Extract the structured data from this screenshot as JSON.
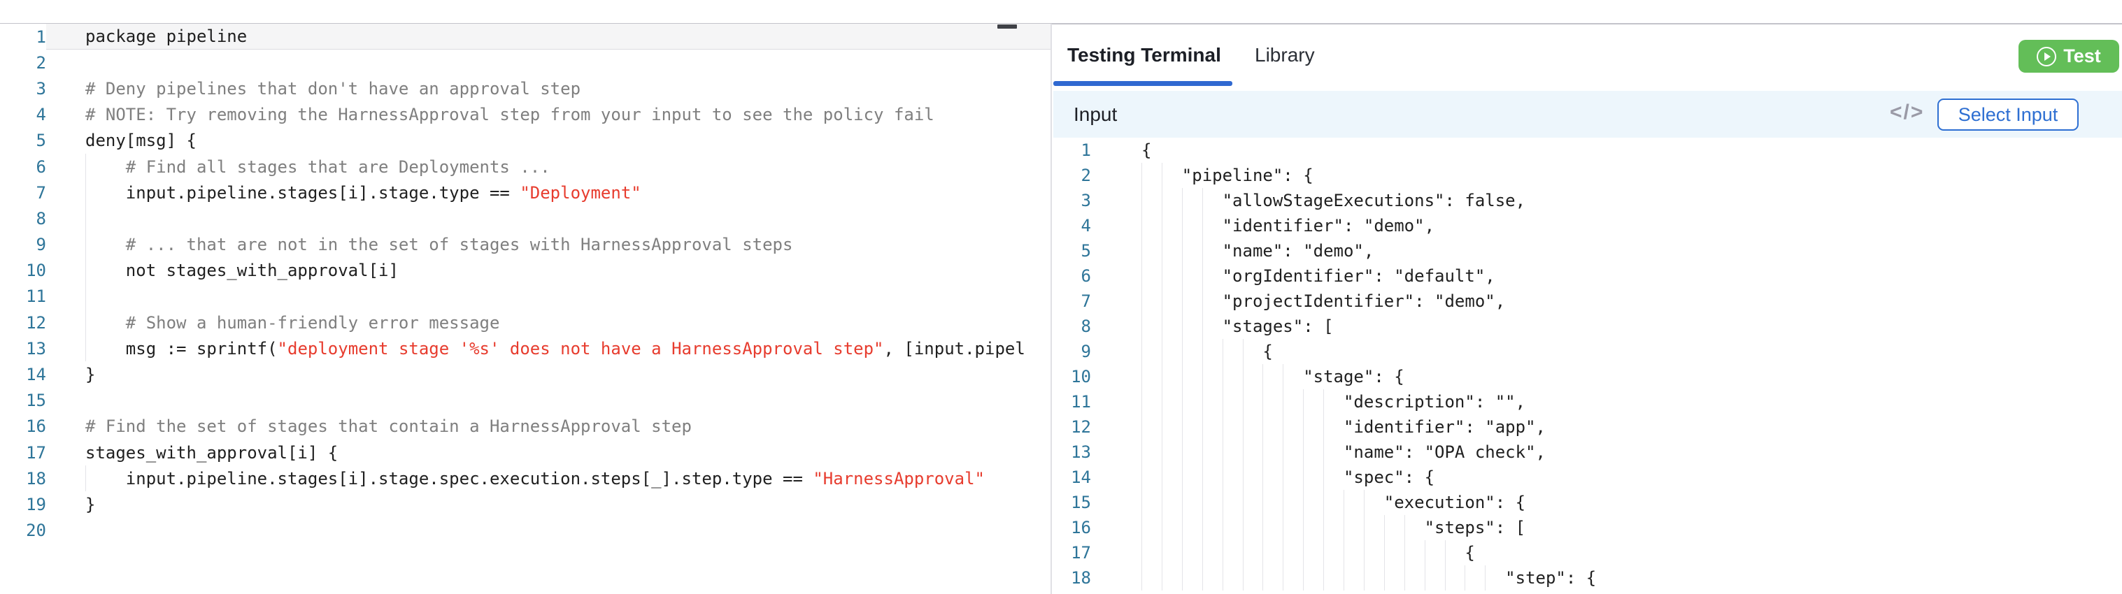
{
  "colors": {
    "accent_blue": "#3069d1",
    "button_blue": "#2e6fd2",
    "test_green": "#63be58",
    "string_red": "#e73c2e",
    "comment_gray": "#7f7f7f",
    "line_number_teal": "#2e7599",
    "input_bar_bg": "#edf6fc"
  },
  "icons": {
    "left_collapse": "minus-icon",
    "right_collapse": "minus-icon",
    "input_code_glyph": "</>",
    "test_play": "play-circle-icon"
  },
  "right_panel": {
    "tabs": [
      {
        "label": "Testing Terminal",
        "active": true
      },
      {
        "label": "Library",
        "active": false
      }
    ],
    "test_button_label": "Test",
    "input_bar": {
      "title": "Input",
      "select_button_label": "Select Input"
    }
  },
  "left_editor": {
    "lines": [
      {
        "n": 1,
        "g": 0,
        "seg": [
          [
            "k",
            "package pipeline"
          ]
        ]
      },
      {
        "n": 2,
        "g": 0,
        "seg": []
      },
      {
        "n": 3,
        "g": 0,
        "seg": [
          [
            "c",
            "# Deny pipelines that don't have an approval step"
          ]
        ]
      },
      {
        "n": 4,
        "g": 0,
        "seg": [
          [
            "c",
            "# NOTE: Try removing the HarnessApproval step from your input to see the policy fail"
          ]
        ]
      },
      {
        "n": 5,
        "g": 0,
        "seg": [
          [
            "k",
            "deny[msg] {"
          ]
        ]
      },
      {
        "n": 6,
        "g": 1,
        "seg": [
          [
            "c",
            "    # Find all stages that are Deployments ..."
          ]
        ]
      },
      {
        "n": 7,
        "g": 1,
        "seg": [
          [
            "k",
            "    input.pipeline.stages[i].stage.type == "
          ],
          [
            "s",
            "\"Deployment\""
          ]
        ]
      },
      {
        "n": 8,
        "g": 1,
        "seg": []
      },
      {
        "n": 9,
        "g": 1,
        "seg": [
          [
            "c",
            "    # ... that are not in the set of stages with HarnessApproval steps"
          ]
        ]
      },
      {
        "n": 10,
        "g": 1,
        "seg": [
          [
            "k",
            "    not stages_with_approval[i]"
          ]
        ]
      },
      {
        "n": 11,
        "g": 1,
        "seg": []
      },
      {
        "n": 12,
        "g": 1,
        "seg": [
          [
            "c",
            "    # Show a human-friendly error message"
          ]
        ]
      },
      {
        "n": 13,
        "g": 1,
        "seg": [
          [
            "k",
            "    msg := sprintf("
          ],
          [
            "s",
            "\"deployment stage '%s' does not have a HarnessApproval step\""
          ],
          [
            "k",
            ", [input.pipel"
          ]
        ]
      },
      {
        "n": 14,
        "g": 0,
        "seg": [
          [
            "k",
            "}"
          ]
        ]
      },
      {
        "n": 15,
        "g": 0,
        "seg": []
      },
      {
        "n": 16,
        "g": 0,
        "seg": [
          [
            "c",
            "# Find the set of stages that contain a HarnessApproval step"
          ]
        ]
      },
      {
        "n": 17,
        "g": 0,
        "seg": [
          [
            "k",
            "stages_with_approval[i] {"
          ]
        ]
      },
      {
        "n": 18,
        "g": 1,
        "seg": [
          [
            "k",
            "    input.pipeline.stages[i].stage.spec.execution.steps[_].step.type == "
          ],
          [
            "s",
            "\"HarnessApproval\""
          ]
        ]
      },
      {
        "n": 19,
        "g": 0,
        "seg": [
          [
            "k",
            "}"
          ]
        ]
      },
      {
        "n": 20,
        "g": 0,
        "seg": []
      }
    ]
  },
  "input_editor": {
    "lines": [
      {
        "n": 1,
        "g": 0,
        "seg": [
          [
            "k",
            "{"
          ]
        ]
      },
      {
        "n": 2,
        "g": 2,
        "seg": [
          [
            "k",
            "    \"pipeline\": {"
          ]
        ]
      },
      {
        "n": 3,
        "g": 4,
        "seg": [
          [
            "k",
            "        \"allowStageExecutions\": false,"
          ]
        ]
      },
      {
        "n": 4,
        "g": 4,
        "seg": [
          [
            "k",
            "        \"identifier\": \"demo\","
          ]
        ]
      },
      {
        "n": 5,
        "g": 4,
        "seg": [
          [
            "k",
            "        \"name\": \"demo\","
          ]
        ]
      },
      {
        "n": 6,
        "g": 4,
        "seg": [
          [
            "k",
            "        \"orgIdentifier\": \"default\","
          ]
        ]
      },
      {
        "n": 7,
        "g": 4,
        "seg": [
          [
            "k",
            "        \"projectIdentifier\": \"demo\","
          ]
        ]
      },
      {
        "n": 8,
        "g": 4,
        "seg": [
          [
            "k",
            "        \"stages\": ["
          ]
        ]
      },
      {
        "n": 9,
        "g": 6,
        "seg": [
          [
            "k",
            "            {"
          ]
        ]
      },
      {
        "n": 10,
        "g": 8,
        "seg": [
          [
            "k",
            "                \"stage\": {"
          ]
        ]
      },
      {
        "n": 11,
        "g": 10,
        "seg": [
          [
            "k",
            "                    \"description\": \"\","
          ]
        ]
      },
      {
        "n": 12,
        "g": 10,
        "seg": [
          [
            "k",
            "                    \"identifier\": \"app\","
          ]
        ]
      },
      {
        "n": 13,
        "g": 10,
        "seg": [
          [
            "k",
            "                    \"name\": \"OPA check\","
          ]
        ]
      },
      {
        "n": 14,
        "g": 10,
        "seg": [
          [
            "k",
            "                    \"spec\": {"
          ]
        ]
      },
      {
        "n": 15,
        "g": 12,
        "seg": [
          [
            "k",
            "                        \"execution\": {"
          ]
        ]
      },
      {
        "n": 16,
        "g": 14,
        "seg": [
          [
            "k",
            "                            \"steps\": ["
          ]
        ]
      },
      {
        "n": 17,
        "g": 16,
        "seg": [
          [
            "k",
            "                                {"
          ]
        ]
      },
      {
        "n": 18,
        "g": 18,
        "seg": [
          [
            "k",
            "                                    \"step\": {"
          ]
        ]
      }
    ]
  }
}
